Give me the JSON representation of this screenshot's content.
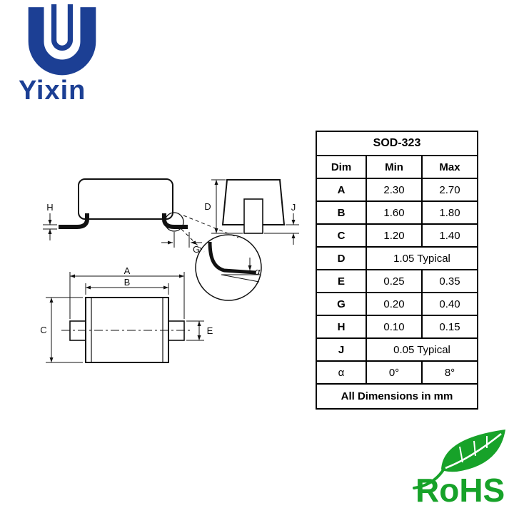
{
  "brand": {
    "name": "Yixin"
  },
  "table": {
    "title": "SOD-323",
    "headers": [
      "Dim",
      "Min",
      "Max"
    ],
    "rows": [
      {
        "dim": "A",
        "min": "2.30",
        "max": "2.70"
      },
      {
        "dim": "B",
        "min": "1.60",
        "max": "1.80"
      },
      {
        "dim": "C",
        "min": "1.20",
        "max": "1.40"
      },
      {
        "dim": "D",
        "span": "1.05 Typical"
      },
      {
        "dim": "E",
        "min": "0.25",
        "max": "0.35"
      },
      {
        "dim": "G",
        "min": "0.20",
        "max": "0.40"
      },
      {
        "dim": "H",
        "min": "0.10",
        "max": "0.15"
      },
      {
        "dim": "J",
        "span": "0.05 Typical"
      },
      {
        "dim": "α",
        "min": "0°",
        "max": "8°"
      }
    ],
    "footer": "All Dimensions in mm"
  },
  "drawing": {
    "labels": {
      "A": "A",
      "B": "B",
      "C": "C",
      "D": "D",
      "E": "E",
      "G": "G",
      "H": "H",
      "J": "J",
      "alpha": "α"
    }
  },
  "certification": {
    "label": "RoHS"
  },
  "colors": {
    "brand_navy": "#1c3f94",
    "rohs_green": "#17a229",
    "line": "#111111"
  }
}
